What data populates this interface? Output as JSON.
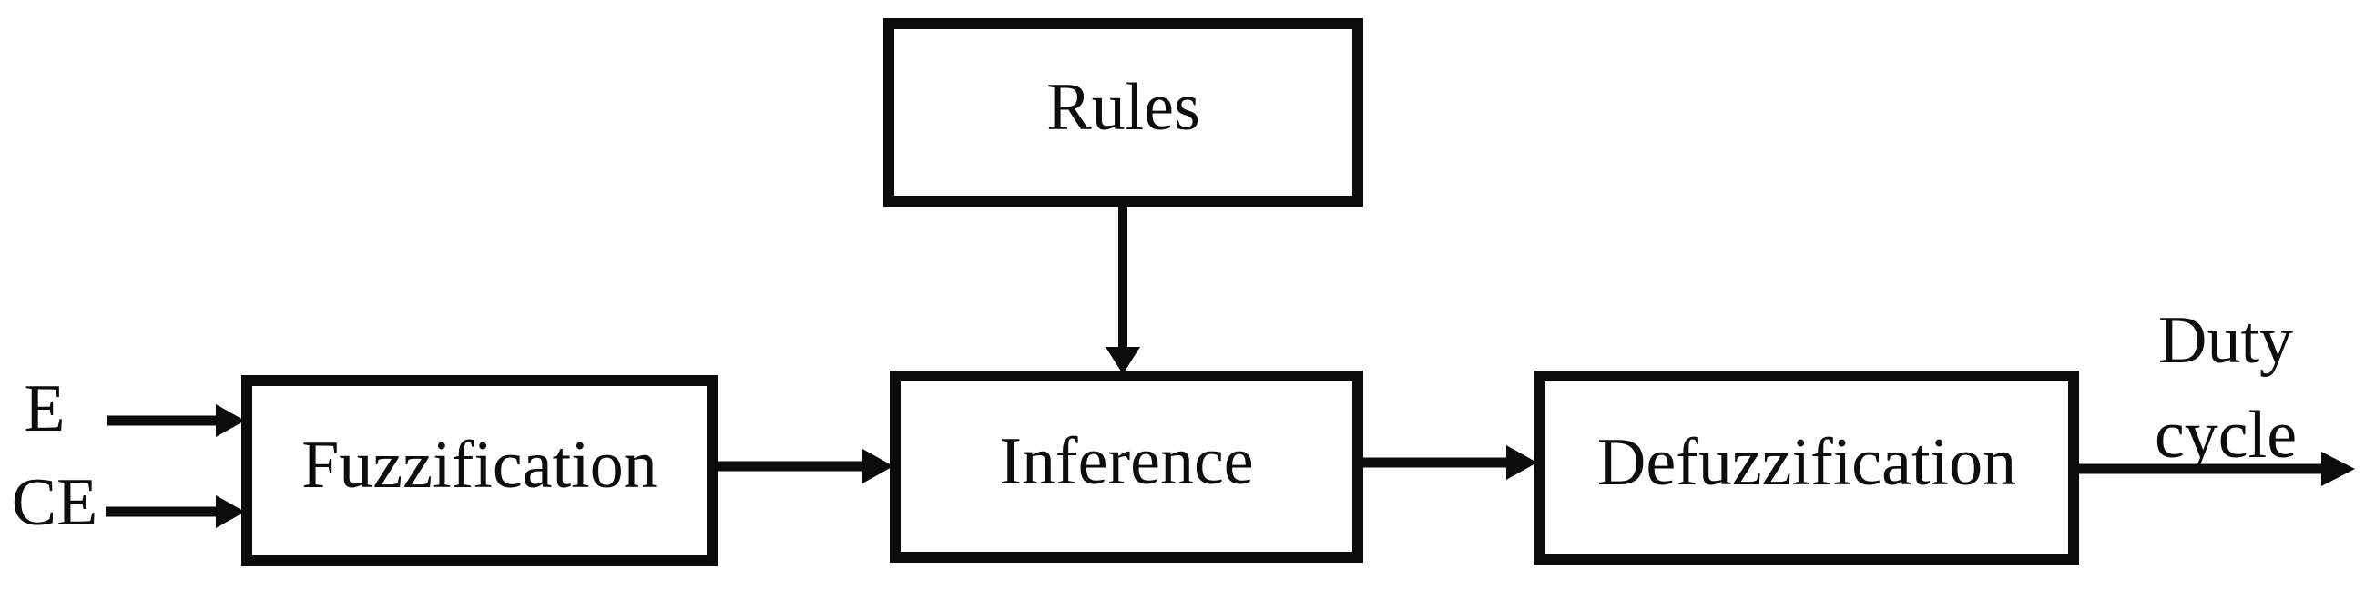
{
  "diagram": {
    "kind": "block-diagram",
    "colors": {
      "background": "#ffffff",
      "stroke": "#0b0b0b",
      "box_fill": "#ffffff",
      "text": "#0d0d0d"
    },
    "boxes": {
      "rules": {
        "label": "Rules"
      },
      "fuzzification": {
        "label": "Fuzzification"
      },
      "inference": {
        "label": "Inference"
      },
      "defuzzification": {
        "label": "Defuzzification"
      }
    },
    "inputs": {
      "e": {
        "label": "E"
      },
      "ce": {
        "label": "CE"
      }
    },
    "output": {
      "line1": "Duty",
      "line2": "cycle"
    },
    "connections": [
      {
        "from": "E",
        "to": "Fuzzification"
      },
      {
        "from": "CE",
        "to": "Fuzzification"
      },
      {
        "from": "Rules",
        "to": "Inference"
      },
      {
        "from": "Fuzzification",
        "to": "Inference"
      },
      {
        "from": "Inference",
        "to": "Defuzzification"
      },
      {
        "from": "Defuzzification",
        "to": "Duty cycle"
      }
    ]
  }
}
